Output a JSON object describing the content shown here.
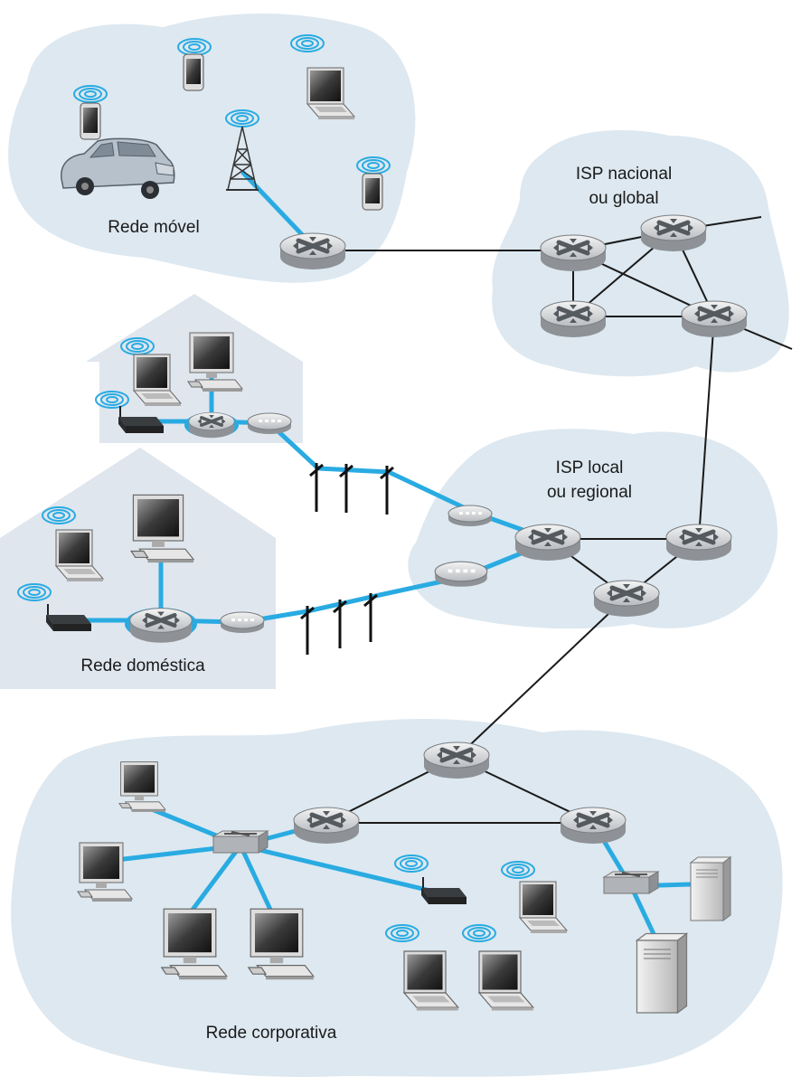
{
  "labels": {
    "mobile_network": "Rede móvel",
    "isp_national_line1": "ISP nacional",
    "isp_national_line2": "ou global",
    "isp_local_line1": "ISP local",
    "isp_local_line2": "ou regional",
    "home_network": "Rede doméstica",
    "enterprise_network": "Rede corporativa"
  },
  "colors": {
    "cloud": "#dde8f0",
    "house": "#dfe6ee",
    "access_link": "#29abe2",
    "core_link": "#1a1a1a"
  },
  "icons": {
    "router": "router-icon",
    "switch": "switch-icon",
    "modem": "modem-icon",
    "access_point": "wireless-access-point-icon",
    "laptop": "laptop-icon",
    "desktop": "desktop-computer-icon",
    "phone": "smartphone-icon",
    "car": "car-icon",
    "tower": "cell-tower-icon",
    "server": "server-icon",
    "pole": "utility-pole-icon"
  }
}
